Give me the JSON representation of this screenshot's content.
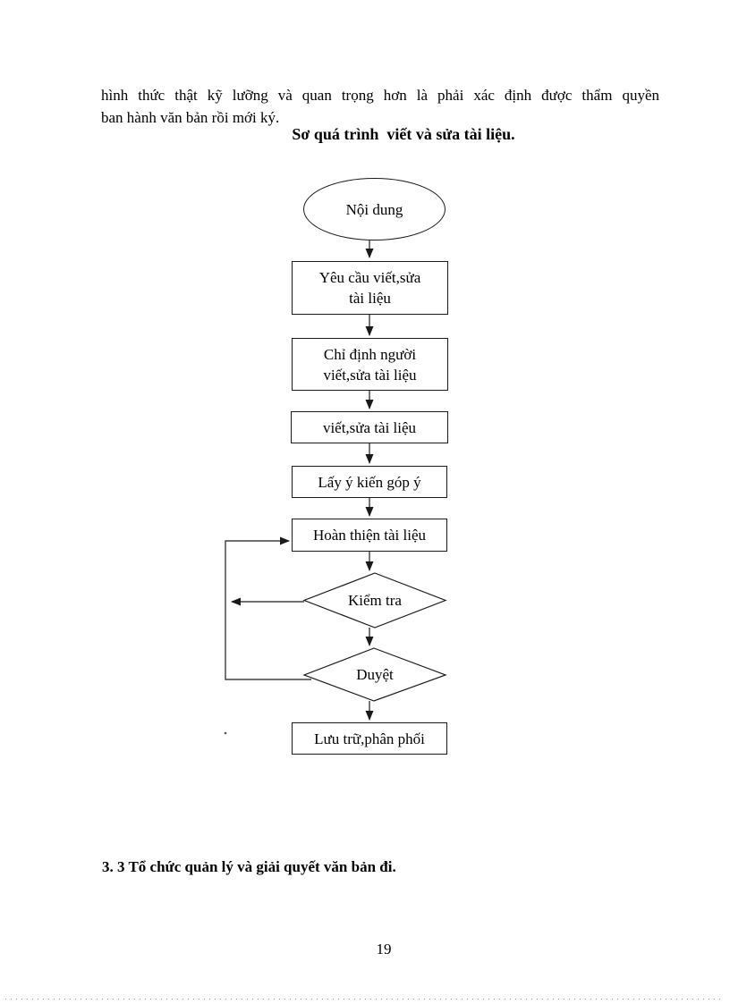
{
  "document": {
    "paragraph_lines": [
      "hình thức thật kỹ lưỡng và quan trọng hơn là phải xác định được thẩm quyền",
      "ban hành văn bản rồi mới ký."
    ],
    "figure_title": "Sơ quá trình  viết và sửa tài liệu.",
    "section_heading": "3. 3 Tổ chức quản lý và giải quyết văn bản đi.",
    "page_number": "19"
  },
  "flowchart": {
    "nodes": [
      {
        "id": "noi-dung",
        "shape": "ellipse",
        "label": "Nội dung"
      },
      {
        "id": "yeu-cau",
        "shape": "rect",
        "label": "Yêu cầu viết,sửa\ntài liệu"
      },
      {
        "id": "chi-dinh",
        "shape": "rect",
        "label": "Chỉ định người\nviết,sửa tài liệu"
      },
      {
        "id": "viet-sua",
        "shape": "rect",
        "label": "viết,sửa tài liệu"
      },
      {
        "id": "lay-y-kien",
        "shape": "rect",
        "label": "Lấy ý kiến góp ý"
      },
      {
        "id": "hoan-thien",
        "shape": "rect",
        "label": "Hoàn thiện tài liệu"
      },
      {
        "id": "kiem-tra",
        "shape": "diamond",
        "label": "Kiểm tra"
      },
      {
        "id": "duyet",
        "shape": "diamond",
        "label": "Duyệt"
      },
      {
        "id": "luu-tru",
        "shape": "rect",
        "label": "Lưu trữ,phân phối"
      }
    ],
    "edges": [
      {
        "from": "Nội dung",
        "to": "Yêu cầu viết,sửa tài liệu",
        "type": "flow"
      },
      {
        "from": "Yêu cầu viết,sửa tài liệu",
        "to": "Chỉ định người viết,sửa tài liệu",
        "type": "flow"
      },
      {
        "from": "Chỉ định người viết,sửa tài liệu",
        "to": "viết,sửa tài liệu",
        "type": "flow"
      },
      {
        "from": "viết,sửa tài liệu",
        "to": "Lấy ý kiến góp ý",
        "type": "flow"
      },
      {
        "from": "Lấy ý kiến góp ý",
        "to": "Hoàn thiện tài liệu",
        "type": "flow"
      },
      {
        "from": "Hoàn thiện tài liệu",
        "to": "Kiểm tra",
        "type": "flow"
      },
      {
        "from": "Kiểm tra",
        "to": "Duyệt",
        "type": "flow"
      },
      {
        "from": "Duyệt",
        "to": "Lưu trữ,phân phối",
        "type": "flow"
      },
      {
        "from": "Kiểm tra",
        "to": "Hoàn thiện tài liệu",
        "type": "feedback"
      },
      {
        "from": "Duyệt",
        "to": "Hoàn thiện tài liệu",
        "type": "feedback"
      }
    ]
  },
  "colors": {
    "text": "#000000",
    "line": "#1a1a1a",
    "page_bg": "#ffffff",
    "dotted_rule": "#9a9a9a"
  }
}
